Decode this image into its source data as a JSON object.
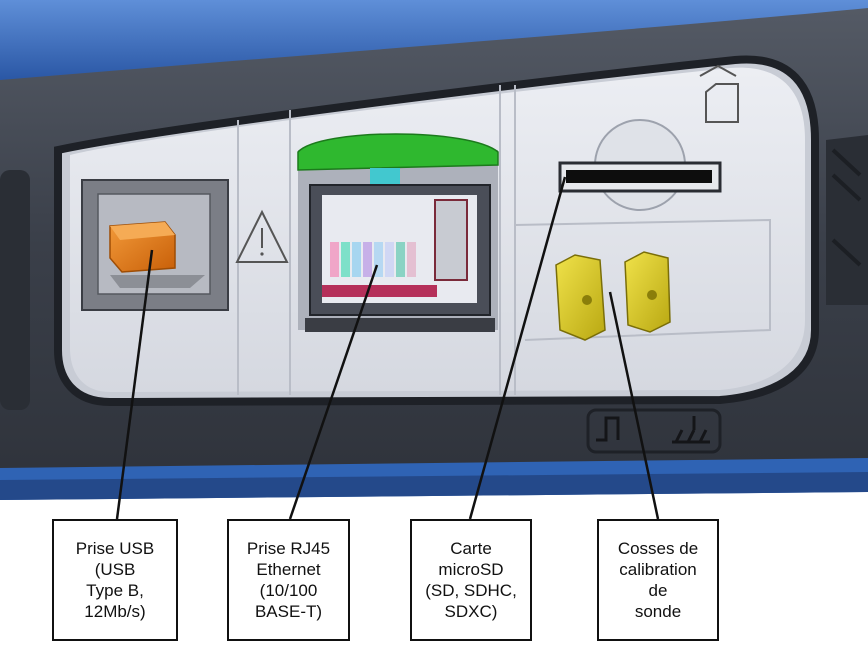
{
  "callouts": {
    "usb": {
      "lines": [
        "Prise USB",
        "(USB",
        "Type B,",
        "12Mb/s)"
      ]
    },
    "rj45": {
      "lines": [
        "Prise RJ45",
        "Ethernet",
        "(10/100",
        "BASE-T)"
      ]
    },
    "sd": {
      "lines": [
        "Carte",
        "microSD",
        "(SD, SDHC,",
        "SDXC)"
      ]
    },
    "probe": {
      "lines": [
        "Cosses de",
        "calibration",
        "de",
        "sonde"
      ]
    }
  },
  "icons": [
    "warning-triangle-icon",
    "sd-card-icon",
    "square-wave-icon",
    "ground-icon"
  ],
  "colors": {
    "casing_blue": "#2f63b4",
    "casing_dark": "#3a3f49",
    "panel_grey": "#e6e8ee",
    "usb_orange": "#e47a10",
    "rj45_green": "#2fb82f",
    "probe_yellow": "#e0d020"
  }
}
